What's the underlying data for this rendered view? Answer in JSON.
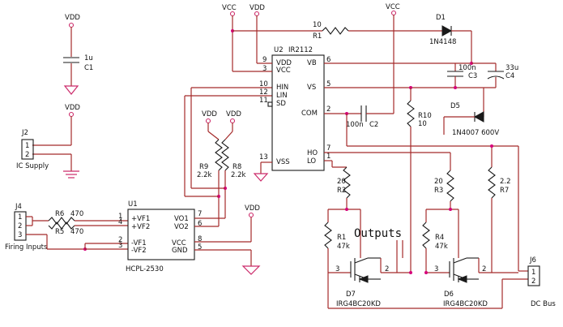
{
  "rails": {
    "vdd": "VDD",
    "vcc": "VCC"
  },
  "c1": {
    "ref": "C1",
    "value": "1u"
  },
  "j2": {
    "ref": "J2",
    "label": "IC Supply",
    "pins": [
      "1",
      "2"
    ]
  },
  "j4": {
    "ref": "J4",
    "label": "Firing Inputs",
    "pins": [
      "1",
      "2",
      "3"
    ]
  },
  "j6": {
    "ref": "J6",
    "label": "DC Bus",
    "pins": [
      "1",
      "2"
    ]
  },
  "r6": {
    "ref": "R6",
    "value": "470"
  },
  "r5": {
    "ref": "R5",
    "value": "470"
  },
  "r9": {
    "ref": "R9",
    "value": "2.2k"
  },
  "r8": {
    "ref": "R8",
    "value": "2.2k"
  },
  "r1": {
    "ref": "R1",
    "value": "10"
  },
  "r10": {
    "ref": "R10",
    "value": "10"
  },
  "r2": {
    "ref": "R2",
    "value": "20"
  },
  "r3": {
    "ref": "R3",
    "value": "20"
  },
  "r7": {
    "ref": "R7",
    "value": "2.2"
  },
  "r1b": {
    "ref": "R1",
    "value": "47k"
  },
  "r4": {
    "ref": "R4",
    "value": "47k"
  },
  "d1": {
    "ref": "D1",
    "value": "1N4148"
  },
  "d5": {
    "ref": "D5",
    "value": "1N4007 600V"
  },
  "c2": {
    "ref": "C2",
    "value": "100n"
  },
  "c3": {
    "ref": "C3",
    "value": "100n"
  },
  "c4": {
    "ref": "C4",
    "value": "33u"
  },
  "u1": {
    "ref": "U1",
    "part": "HCPL-2530",
    "pins": {
      "vf1p": "+VF1",
      "vf2p": "+VF2",
      "vf1m": "-VF1",
      "vf2m": "-VF2",
      "vo1": "VO1",
      "vo2": "VO2",
      "vcc": "VCC",
      "gnd": "GND"
    },
    "nums": [
      "1",
      "4",
      "2",
      "3",
      "7",
      "6",
      "8",
      "5"
    ]
  },
  "u2": {
    "ref": "U2",
    "part": "IR2112",
    "pins": {
      "vdd": "VDD",
      "vcc": "VCC",
      "hin": "HIN",
      "lin": "LIN",
      "sd": "SD",
      "vss": "VSS",
      "vb": "VB",
      "vs": "VS",
      "com": "COM",
      "ho": "HO",
      "lo": "LO"
    },
    "nums": [
      "9",
      "3",
      "10",
      "12",
      "11",
      "13",
      "6",
      "5",
      "2",
      "7",
      "1"
    ]
  },
  "d7": {
    "ref": "D7",
    "value": "IRG4BC20KD",
    "pin_left": "3",
    "pin_right": "2"
  },
  "d6": {
    "ref": "D6",
    "value": "IRG4BC20KD",
    "pin_left": "3",
    "pin_right": "2"
  },
  "outputs_label": "Outputs"
}
